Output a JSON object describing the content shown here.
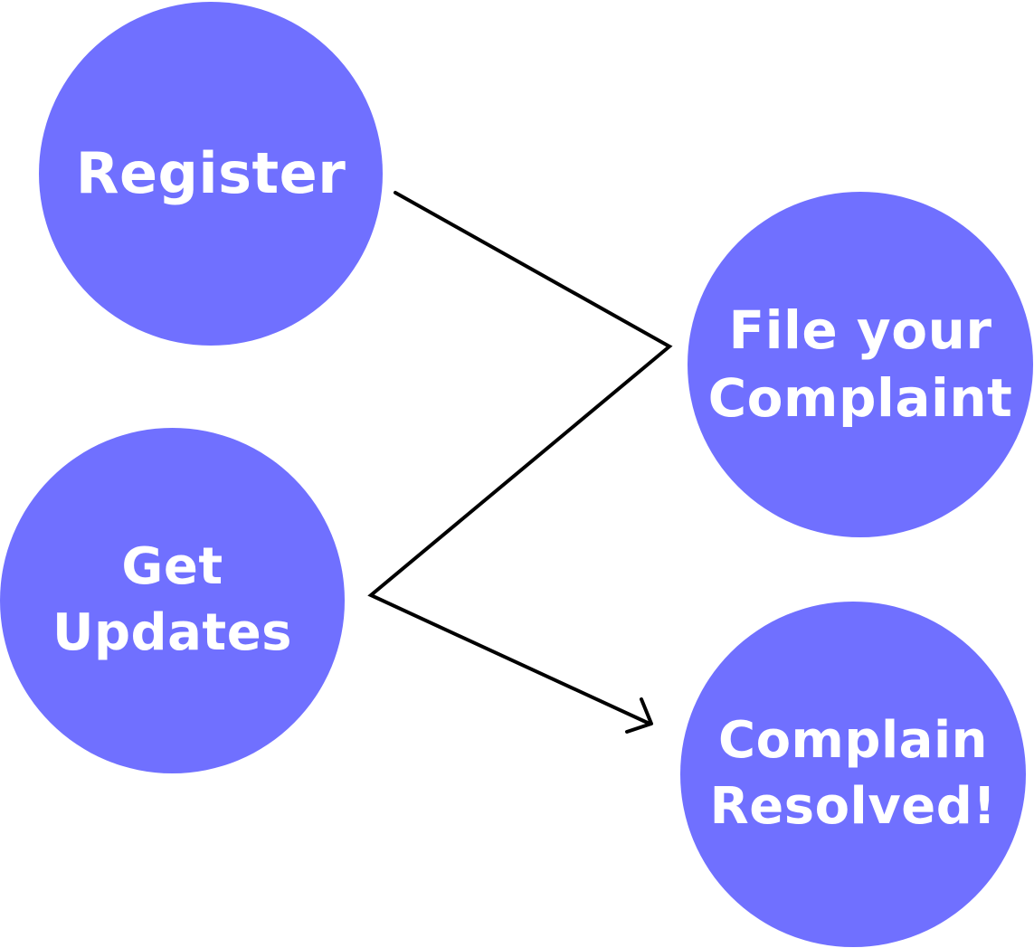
{
  "colors": {
    "node_fill": "#7070FF",
    "node_text": "#FFFFFF",
    "connector": "#000000",
    "background": "#FFFFFF"
  },
  "diagram": {
    "nodes": [
      {
        "id": "register",
        "label": "Register"
      },
      {
        "id": "file",
        "label": "File your\nComplaint"
      },
      {
        "id": "updates",
        "label": "Get\nUpdates"
      },
      {
        "id": "resolved",
        "label": "Complain\nResolved!"
      }
    ],
    "edges": [
      {
        "from": "register",
        "to": "file"
      },
      {
        "from": "file",
        "to": "updates"
      },
      {
        "from": "updates",
        "to": "resolved",
        "arrow": true
      }
    ]
  }
}
